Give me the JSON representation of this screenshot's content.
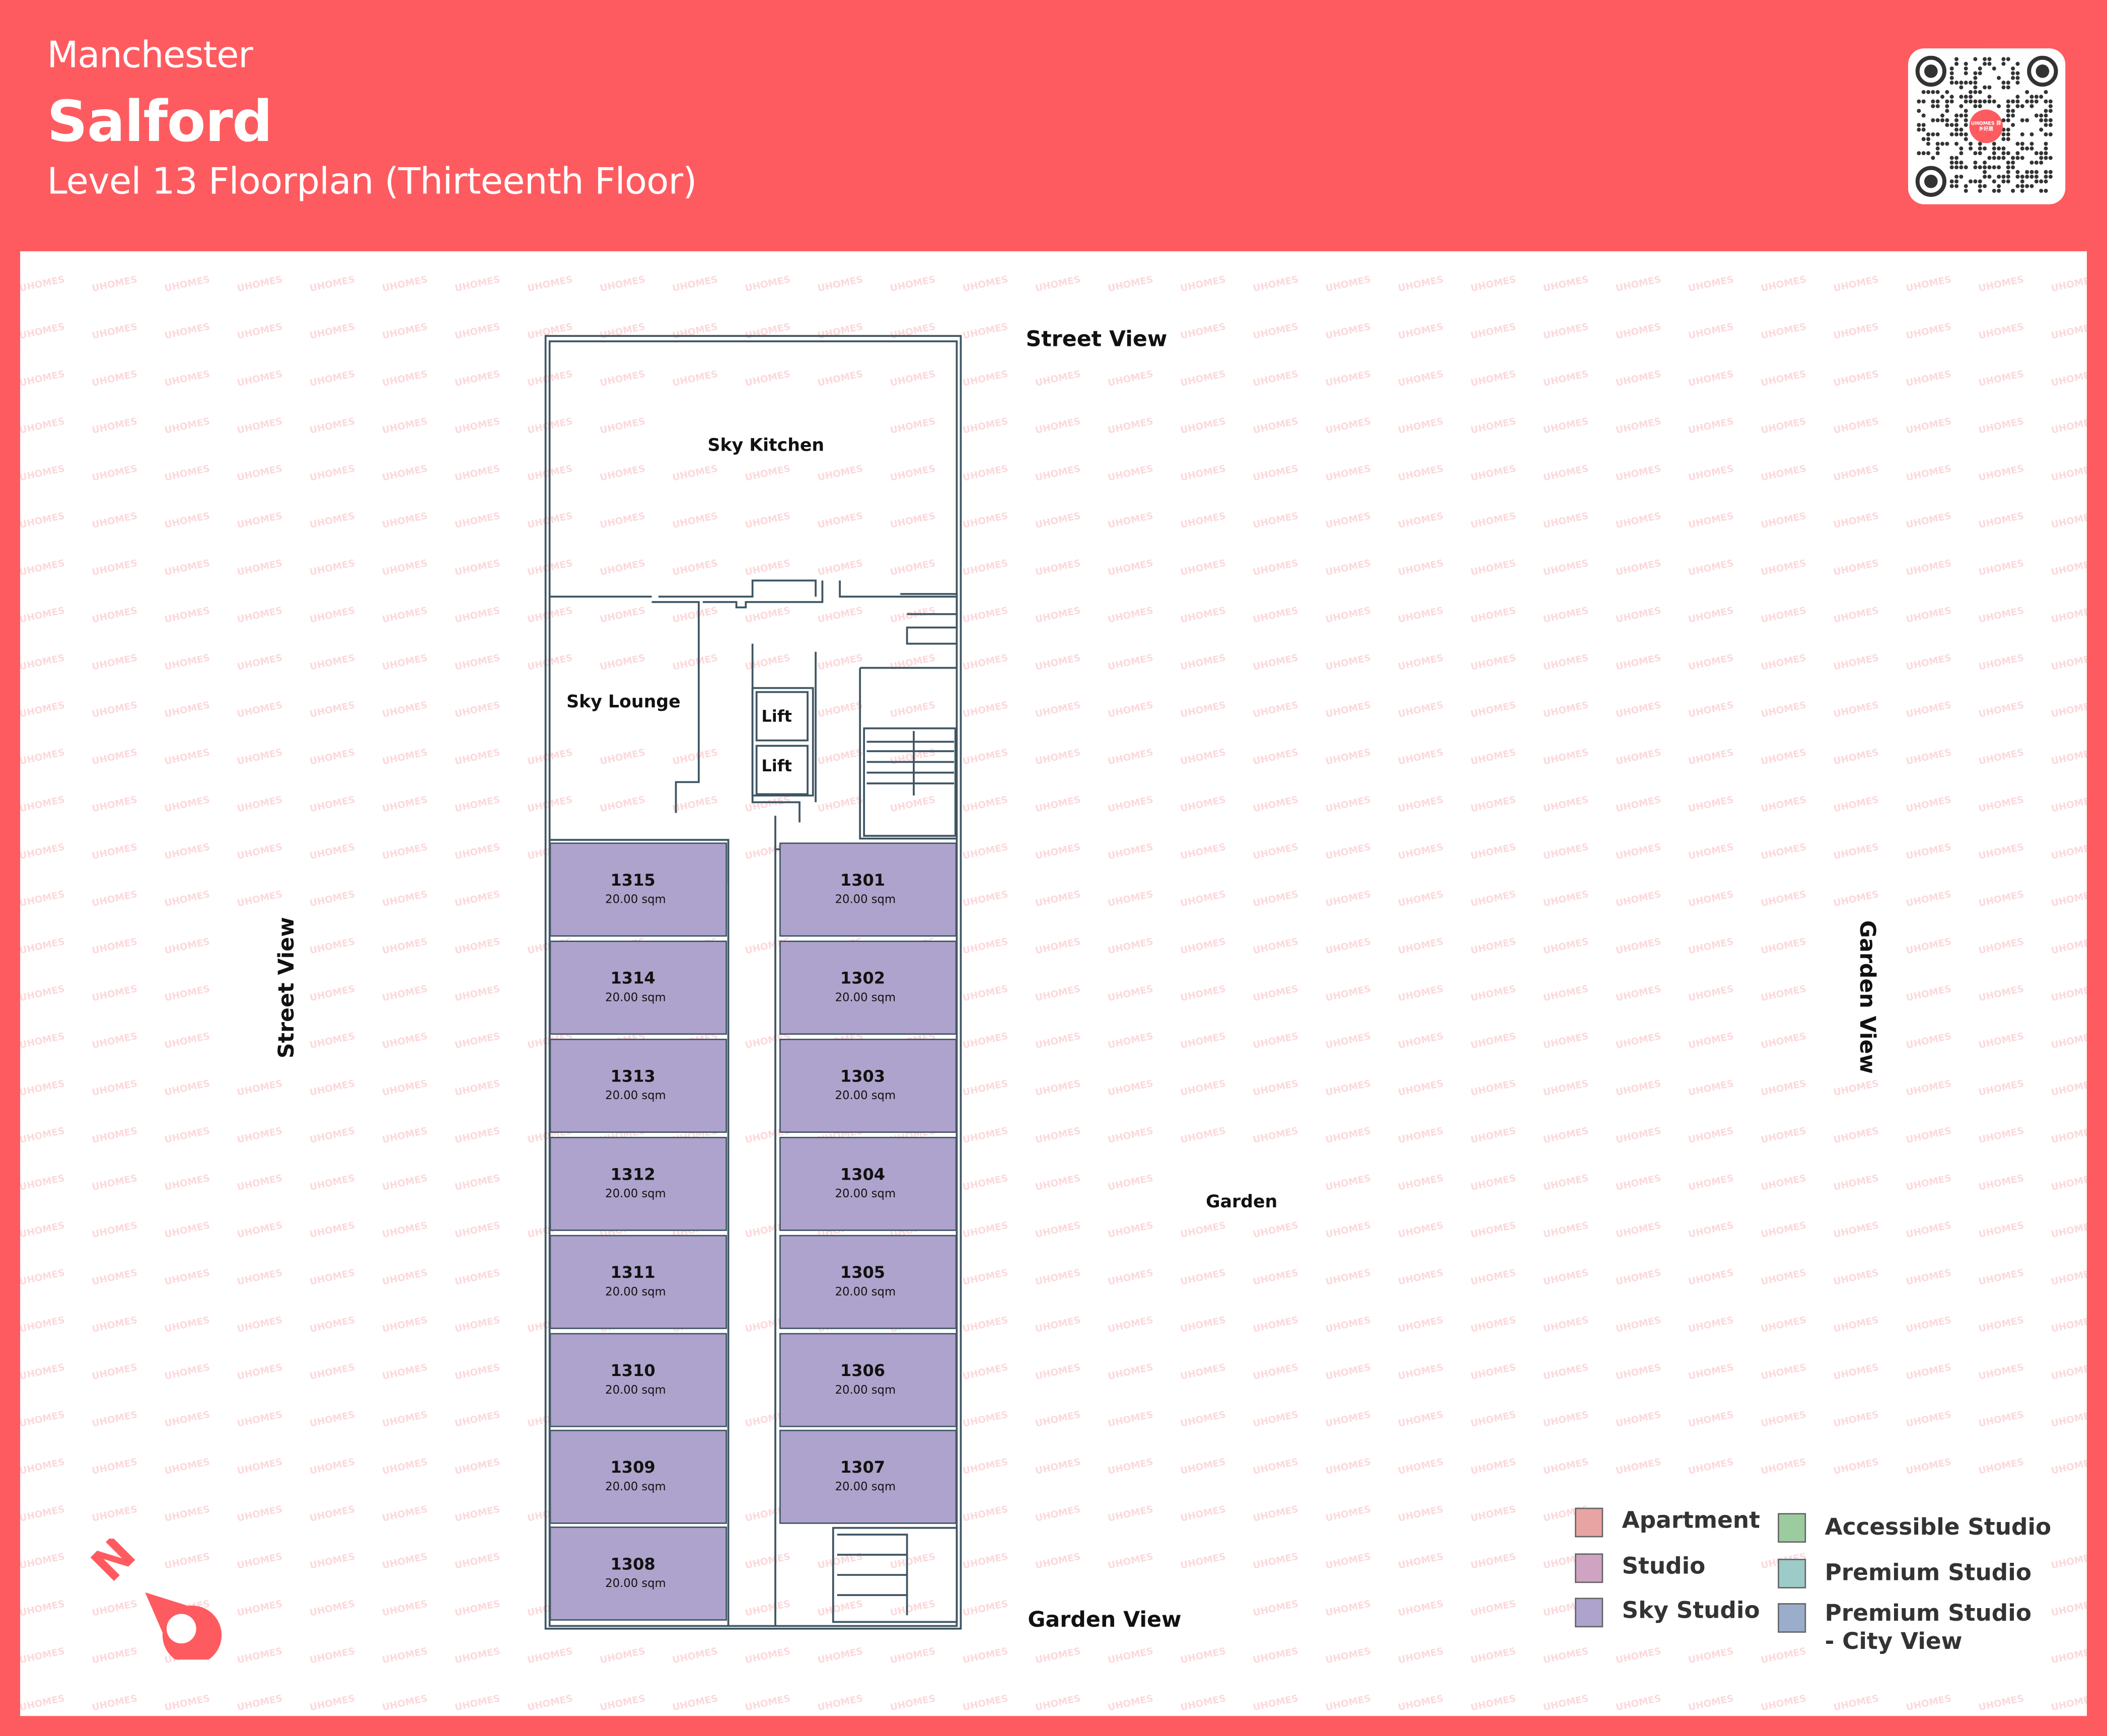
{
  "header": {
    "city": "Manchester",
    "area": "Salford",
    "level_title": "Level 13 Floorplan (Thirteenth Floor)"
  },
  "brand": {
    "watermark": "UHOMES",
    "qr_logo_text": "UHOMES 异乡好居",
    "accent": "#FE5B60"
  },
  "plan": {
    "labels": {
      "sky_kitchen": "Sky Kitchen",
      "sky_lounge": "Sky Lounge",
      "lift_1": "Lift",
      "lift_2": "Lift",
      "garden": "Garden"
    },
    "views": {
      "top": "Street View",
      "left": "Street View",
      "right": "Garden View",
      "bottom": "Garden View"
    },
    "compass": {
      "label": "N",
      "icon": "north-arrow-icon"
    },
    "rooms_left": [
      {
        "number": "1315",
        "area": "20.00 sqm",
        "type": "Sky Studio"
      },
      {
        "number": "1314",
        "area": "20.00 sqm",
        "type": "Sky Studio"
      },
      {
        "number": "1313",
        "area": "20.00 sqm",
        "type": "Sky Studio"
      },
      {
        "number": "1312",
        "area": "20.00 sqm",
        "type": "Sky Studio"
      },
      {
        "number": "1311",
        "area": "20.00 sqm",
        "type": "Sky Studio"
      },
      {
        "number": "1310",
        "area": "20.00 sqm",
        "type": "Sky Studio"
      },
      {
        "number": "1309",
        "area": "20.00 sqm",
        "type": "Sky Studio"
      },
      {
        "number": "1308",
        "area": "20.00 sqm",
        "type": "Sky Studio"
      }
    ],
    "rooms_right": [
      {
        "number": "1301",
        "area": "20.00 sqm",
        "type": "Sky Studio"
      },
      {
        "number": "1302",
        "area": "20.00 sqm",
        "type": "Sky Studio"
      },
      {
        "number": "1303",
        "area": "20.00 sqm",
        "type": "Sky Studio"
      },
      {
        "number": "1304",
        "area": "20.00 sqm",
        "type": "Sky Studio"
      },
      {
        "number": "1305",
        "area": "20.00 sqm",
        "type": "Sky Studio"
      },
      {
        "number": "1306",
        "area": "20.00 sqm",
        "type": "Sky Studio"
      },
      {
        "number": "1307",
        "area": "20.00 sqm",
        "type": "Sky Studio"
      }
    ]
  },
  "legend": [
    {
      "label": "Apartment",
      "color": "#E8A4A2"
    },
    {
      "label": "Studio",
      "color": "#CEA4C2"
    },
    {
      "label": "Sky Studio",
      "color": "#AEA3CC"
    },
    {
      "label": "Accessible Studio",
      "color": "#9DCBA0"
    },
    {
      "label": "Premium Studio",
      "color": "#9DCCC8"
    },
    {
      "label": "Premium Studio\n- City View",
      "color": "#9AAECC"
    }
  ]
}
